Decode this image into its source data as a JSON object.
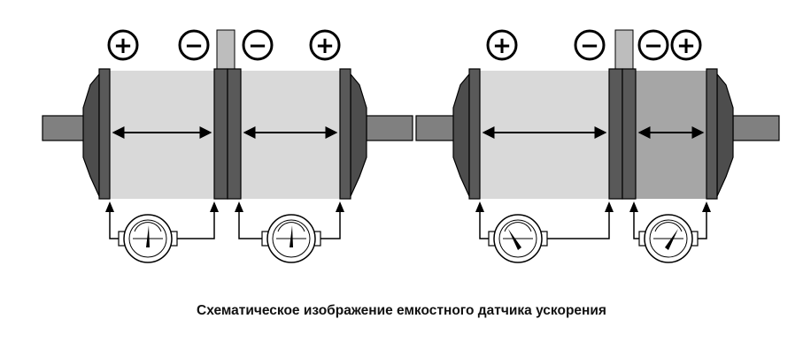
{
  "caption": "Схематическое изображение емкостного датчика ускорения",
  "signs": {
    "plus": "+",
    "minus": "−"
  },
  "sensors": [
    {
      "state": "rest",
      "gap_ratio": [
        1,
        1
      ],
      "gauge_needles": [
        "center",
        "center"
      ],
      "polarity": [
        "+",
        "−",
        "−",
        "+"
      ]
    },
    {
      "state": "accelerated",
      "gap_ratio": [
        1.6,
        0.6
      ],
      "gauge_needles": [
        "left",
        "right"
      ],
      "polarity": [
        "+",
        "−",
        "−",
        "+"
      ]
    }
  ],
  "colors": {
    "gap_light": "#d9d9d9",
    "gap_dark": "#a6a6a6",
    "plate": "#595959",
    "cap": "#4d4d4d",
    "shaft": "#808080",
    "outline": "#000000"
  }
}
